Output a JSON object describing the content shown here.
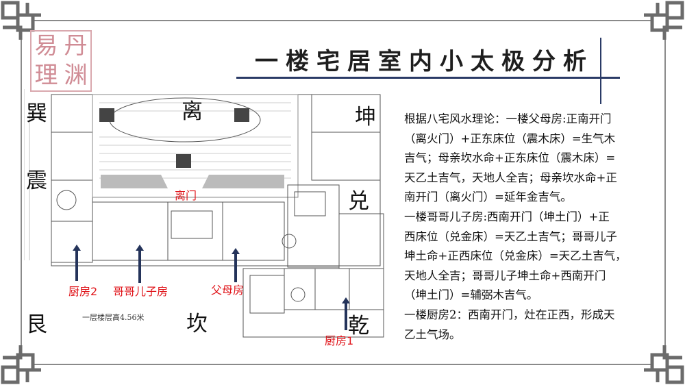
{
  "seal": {
    "chars": [
      "易",
      "丹",
      "理",
      "渊"
    ]
  },
  "title": "一楼宅居室内小太极分析",
  "analysis_lines": [
    "根据八宅风水理论：一楼父母房:正南开门",
    "（离火门）+正东床位（震木床）=生气木",
    "吉气；母亲坎水命+正东床位（震木床）=",
    "天乙土吉气，天地人全吉；母亲坎水命+正",
    "南开门（离火门）=延年金吉气。",
    "一楼哥哥儿子房:西南开门（坤土门）+正",
    "西床位（兑金床）=天乙土吉气；哥哥儿子",
    "坤土命+正西床位（兑金床）=天乙土吉气，",
    "天地人全吉；哥哥儿子坤土命+西南开门",
    "（坤土门）=辅弼木吉气。",
    "一楼厨房2：西南开门，灶在正西，形成天",
    "乙土气场。"
  ],
  "directions": {
    "xun": "巽",
    "zhen": "震",
    "gen": "艮",
    "li": "离",
    "kun": "坤",
    "dui": "兑",
    "kan": "坎",
    "qian": "乾"
  },
  "room_labels": {
    "li_door": "离门",
    "kitchen2": "厨房2",
    "son_room": "哥哥儿子房",
    "parents_room": "父母房",
    "kitchen1": "厨房1"
  },
  "floor_note": "一层楼层高4.56米",
  "colors": {
    "navy": "#2a3a66",
    "red": "#e0141a",
    "seal": "#d08c95"
  }
}
